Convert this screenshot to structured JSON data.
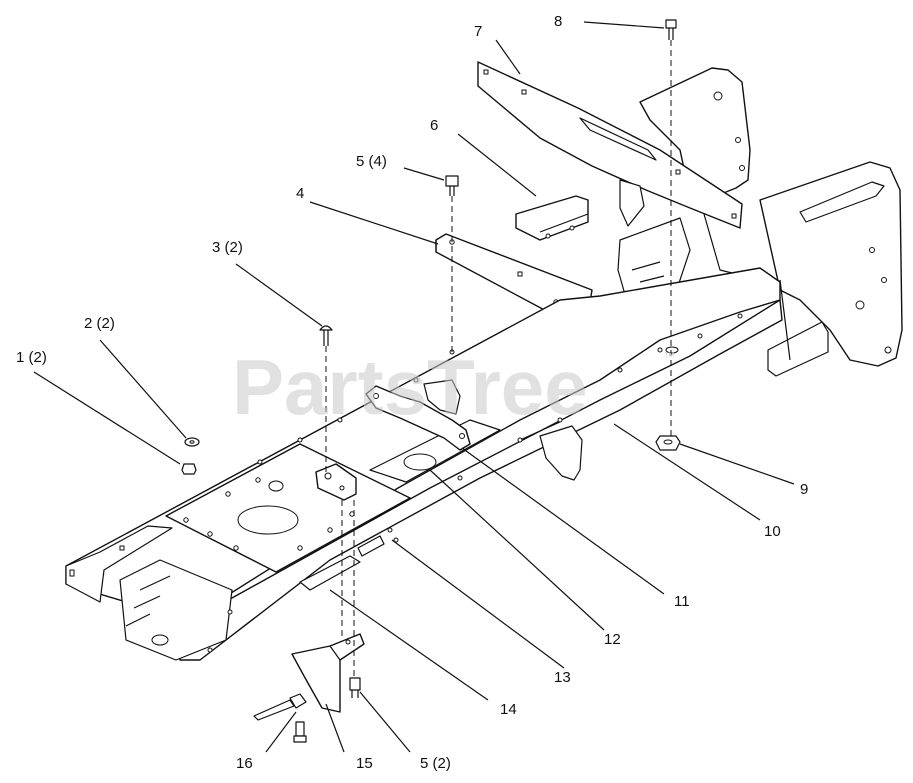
{
  "watermark": {
    "text": "PartsTree",
    "mark": "™"
  },
  "callouts": [
    {
      "id": "c1",
      "label": "1 (2)"
    },
    {
      "id": "c2",
      "label": "2 (2)"
    },
    {
      "id": "c3",
      "label": "3 (2)"
    },
    {
      "id": "c4",
      "label": "4"
    },
    {
      "id": "c5a",
      "label": "5 (4)"
    },
    {
      "id": "c6",
      "label": "6"
    },
    {
      "id": "c7",
      "label": "7"
    },
    {
      "id": "c8",
      "label": "8"
    },
    {
      "id": "c9",
      "label": "9"
    },
    {
      "id": "c10",
      "label": "10"
    },
    {
      "id": "c11",
      "label": "11"
    },
    {
      "id": "c12",
      "label": "12"
    },
    {
      "id": "c13",
      "label": "13"
    },
    {
      "id": "c14",
      "label": "14"
    },
    {
      "id": "c15",
      "label": "15"
    },
    {
      "id": "c16",
      "label": "16"
    },
    {
      "id": "c5b",
      "label": "5 (2)"
    }
  ]
}
